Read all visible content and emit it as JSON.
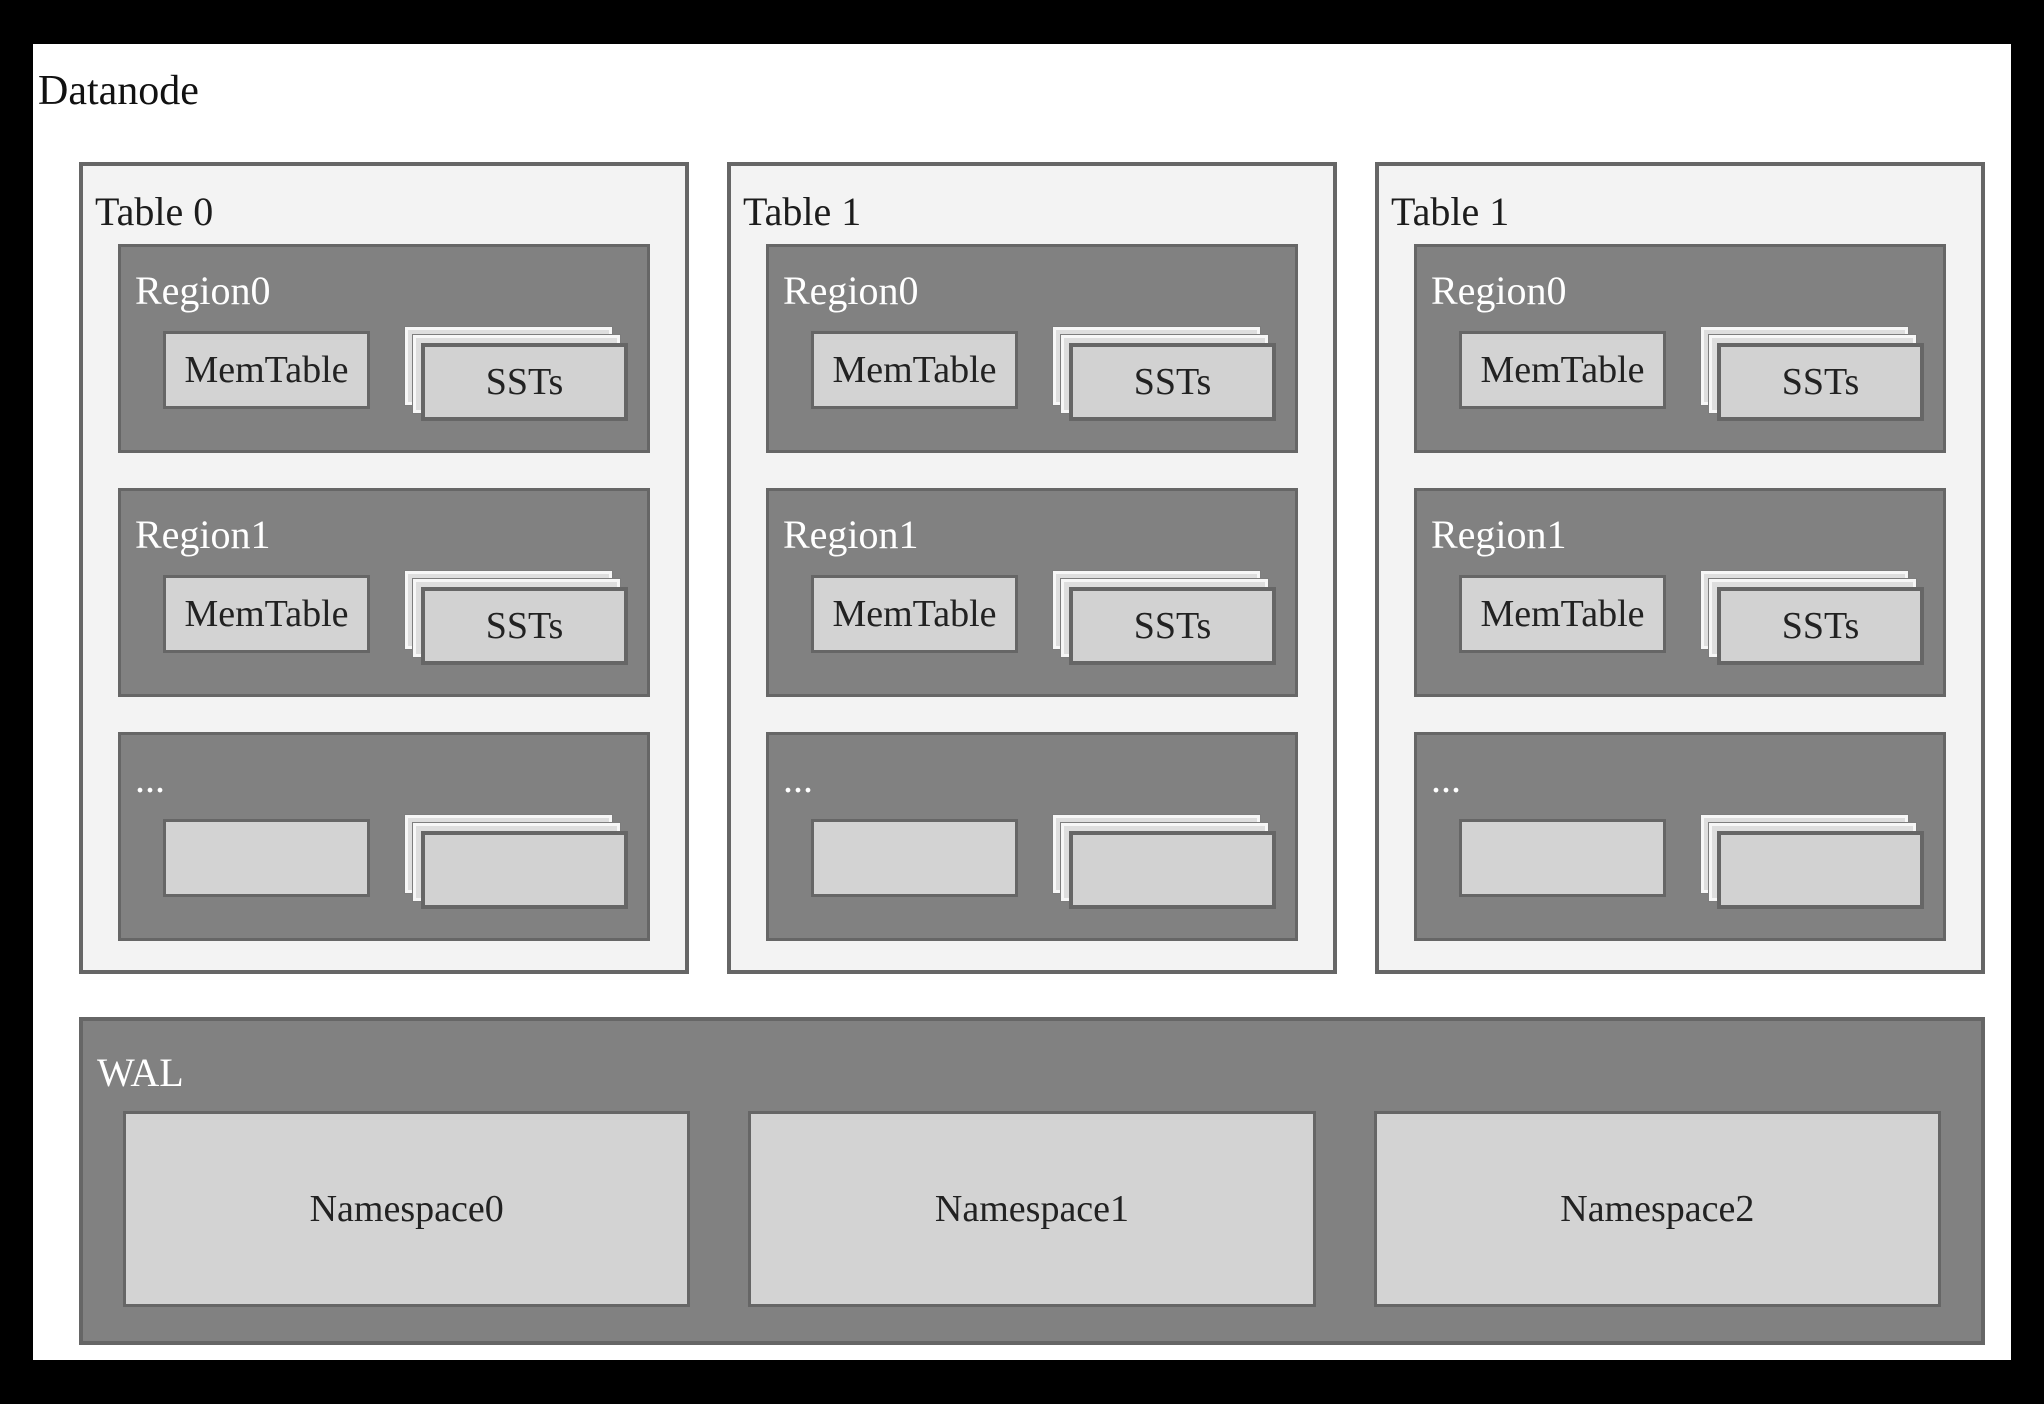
{
  "title": "Datanode",
  "colors": {
    "frame": "#000000",
    "page_bg": "#ffffff",
    "panel_bg": "#f3f3f3",
    "container_gray": "#818181",
    "box_light": "#d3d3d3",
    "sst_back_light": "#dedede",
    "border_gray": "#666666",
    "label_on_gray": "#ffffff",
    "text_dark": "#1c1c1c"
  },
  "tables": [
    {
      "label": "Table 0",
      "regions": [
        {
          "label": "Region0",
          "memtable_label": "MemTable",
          "ssts_label": "SSTs"
        },
        {
          "label": "Region1",
          "memtable_label": "MemTable",
          "ssts_label": "SSTs"
        },
        {
          "label": "...",
          "memtable_label": "",
          "ssts_label": ""
        }
      ]
    },
    {
      "label": "Table 1",
      "regions": [
        {
          "label": "Region0",
          "memtable_label": "MemTable",
          "ssts_label": "SSTs"
        },
        {
          "label": "Region1",
          "memtable_label": "MemTable",
          "ssts_label": "SSTs"
        },
        {
          "label": "...",
          "memtable_label": "",
          "ssts_label": ""
        }
      ]
    },
    {
      "label": "Table 1",
      "regions": [
        {
          "label": "Region0",
          "memtable_label": "MemTable",
          "ssts_label": "SSTs"
        },
        {
          "label": "Region1",
          "memtable_label": "MemTable",
          "ssts_label": "SSTs"
        },
        {
          "label": "...",
          "memtable_label": "",
          "ssts_label": ""
        }
      ]
    }
  ],
  "wal": {
    "label": "WAL",
    "namespaces": [
      {
        "label": "Namespace0"
      },
      {
        "label": "Namespace1"
      },
      {
        "label": "Namespace2"
      }
    ]
  }
}
